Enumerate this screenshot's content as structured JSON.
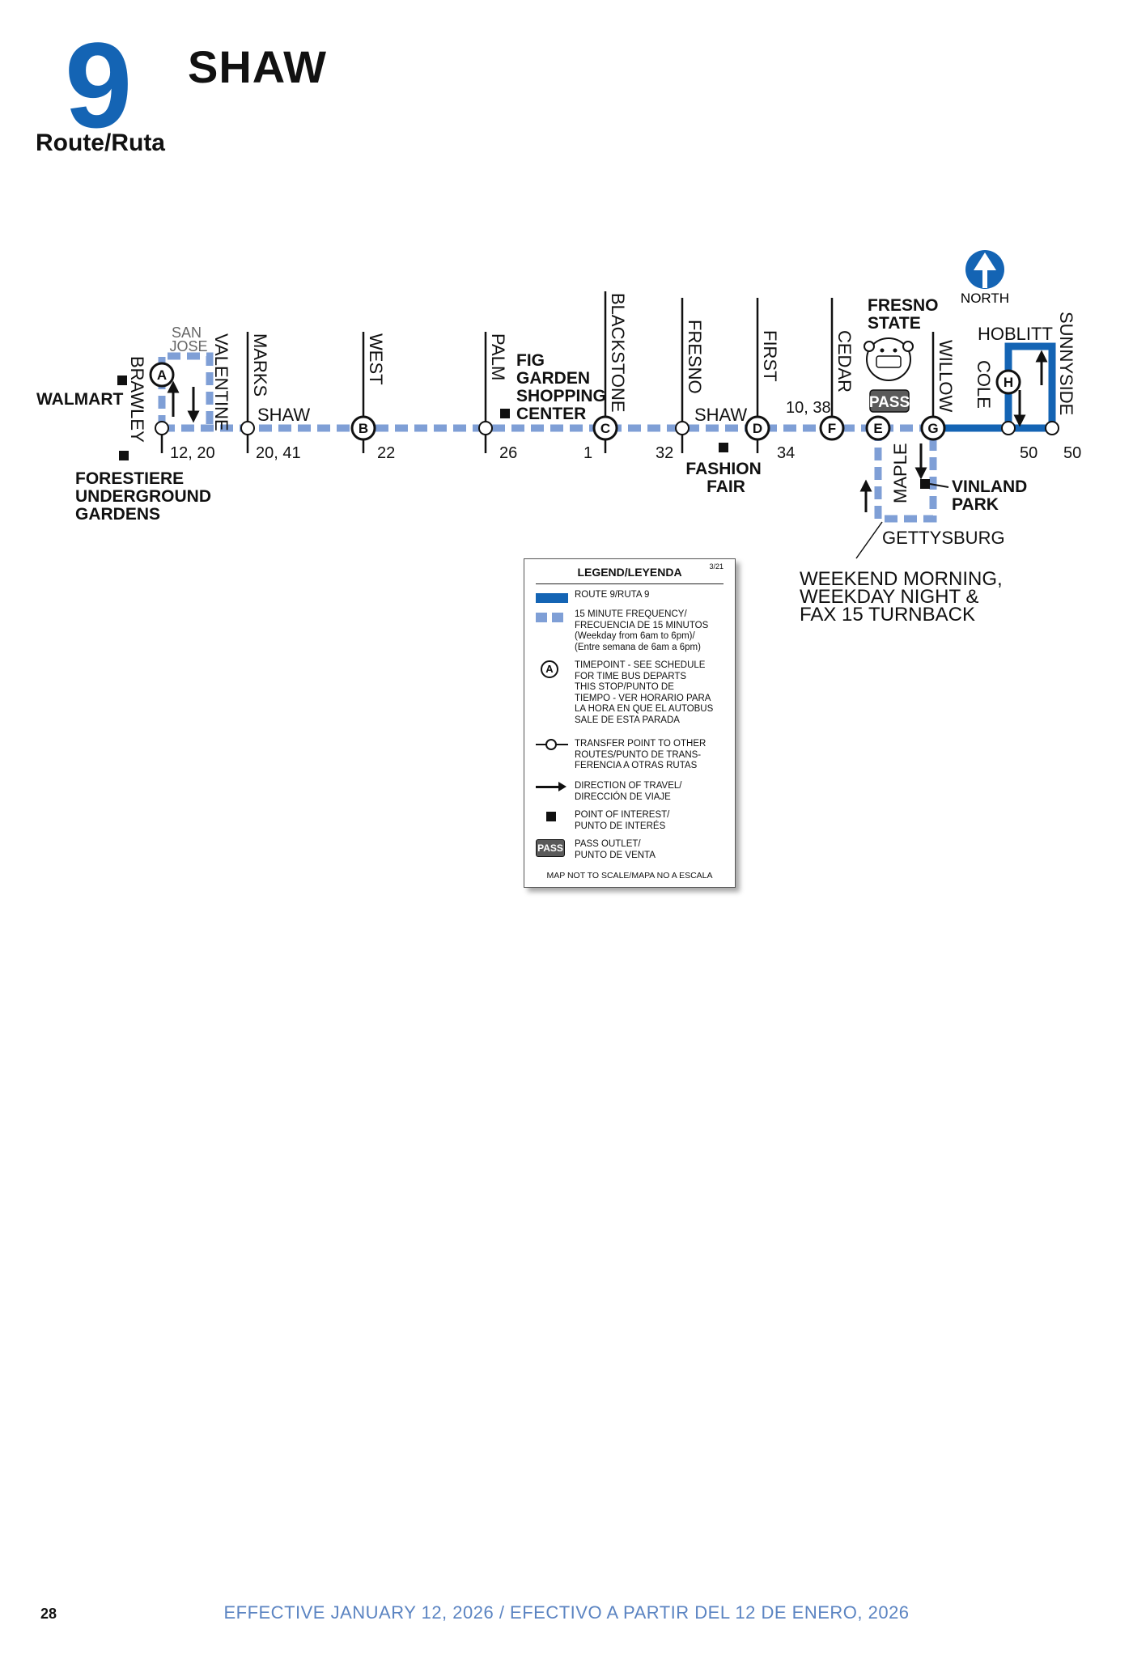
{
  "header": {
    "route_number": "9",
    "route_label": "Route/Ruta",
    "route_name": "SHAW"
  },
  "map": {
    "north": "NORTH",
    "streets": {
      "brawley": "BRAWLEY",
      "san_jose": "SAN\nJOSE",
      "valentine": "VALENTINE",
      "marks": "MARKS",
      "west": "WEST",
      "palm": "PALM",
      "blackstone": "BLACKSTONE",
      "fresno": "FRESNO",
      "first": "FIRST",
      "cedar": "CEDAR",
      "maple": "MAPLE",
      "willow": "WILLOW",
      "cole": "COLE",
      "hoblitt": "HOBLITT",
      "sunnyside": "SUNNYSIDE",
      "shaw_west": "SHAW",
      "shaw_east": "SHAW",
      "gettysburg": "GETTYSBURG"
    },
    "timepoints": [
      "A",
      "B",
      "C",
      "D",
      "F",
      "E",
      "G",
      "H"
    ],
    "transfers": {
      "brawley": "12, 20",
      "marks": "20, 41",
      "west": "22",
      "palm": "26",
      "blackstone": "1",
      "fresno": "32",
      "first": "34",
      "cedar": "10, 38",
      "cole": "50",
      "sunnyside": "50"
    },
    "points_of_interest": {
      "walmart": "WALMART",
      "forestiere": "FORESTIERE\nUNDERGROUND\nGARDENS",
      "fig_garden": "FIG\nGARDEN\nSHOPPING\nCENTER",
      "fashion_fair": "FASHION\nFAIR",
      "fresno_state": "FRESNO\nSTATE",
      "vinland_park": "VINLAND\nPARK"
    },
    "pass_badge": "PASS",
    "turnback_note": "WEEKEND MORNING,\nWEEKDAY NIGHT &\nFAX 15 TURNBACK"
  },
  "legend": {
    "title": "LEGEND/LEYENDA",
    "date": "3/21",
    "items": [
      {
        "symbol": "solid-line-icon",
        "text": "ROUTE 9/RUTA 9"
      },
      {
        "symbol": "dashed-line-icon",
        "text": "15 MINUTE FREQUENCY/\nFRECUENCIA DE 15 MINUTOS\n(Weekday from 6am to 6pm)/\n(Entre semana de 6am a 6pm)"
      },
      {
        "symbol": "timepoint-icon",
        "letter": "A",
        "text": "TIMEPOINT - SEE SCHEDULE\nFOR TIME BUS DEPARTS\nTHIS STOP/PUNTO DE\nTIEMPO - VER HORARIO PARA\nLA HORA EN QUE EL AUTOBUS\nSALE DE ESTA PARADA"
      },
      {
        "symbol": "transfer-point-icon",
        "text": "TRANSFER POINT TO OTHER\nROUTES/PUNTO DE TRANS-\nFERENCIA A OTRAS RUTAS"
      },
      {
        "symbol": "direction-arrow-icon",
        "text": "DIRECTION OF TRAVEL/\nDIRECCIÓN DE VIAJE"
      },
      {
        "symbol": "point-of-interest-icon",
        "text": "POINT OF INTEREST/\nPUNTO DE INTERÉS"
      },
      {
        "symbol": "pass-outlet-icon",
        "badge": "PASS",
        "text": "PASS OUTLET/\nPUNTO DE VENTA"
      }
    ],
    "footer": "MAP NOT TO SCALE/MAPA NO A ESCALA"
  },
  "footer": {
    "page_number": "28",
    "effective": "EFFECTIVE JANUARY 12, 2026 / EFECTIVO A PARTIR DEL 12 DE ENERO, 2026"
  },
  "colors": {
    "route_solid": "#1464b4",
    "route_dashed": "#7f9fd6",
    "effective_text": "#5b84c2"
  }
}
